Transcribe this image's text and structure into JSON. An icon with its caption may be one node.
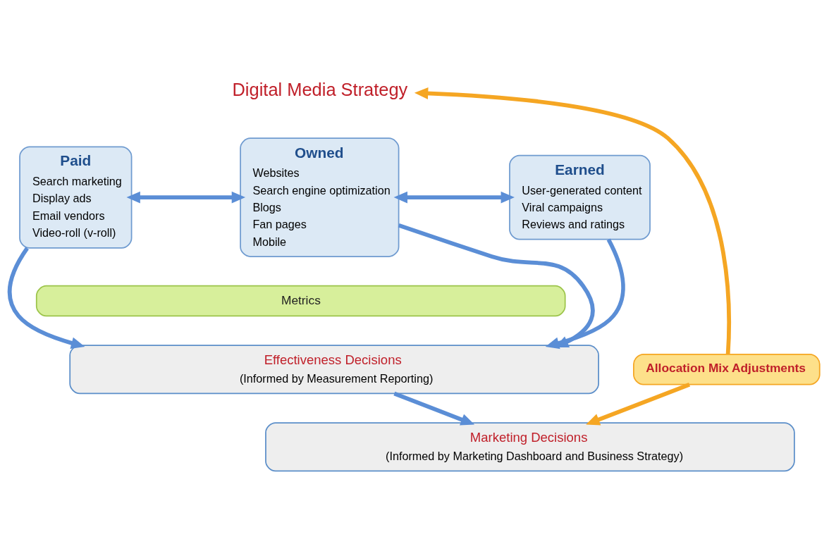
{
  "diagram": {
    "nodes": [
      {
        "text": [
          "Digital Media Strategy"
        ]
      },
      {
        "text": [
          "Paid",
          "Search marketing",
          "Display ads",
          "Email vendors",
          "Video-roll (v-roll)"
        ]
      },
      {
        "text": [
          "Owned",
          "Websites",
          "Search engine optimization",
          "Blogs",
          "Fan pages",
          "Mobile"
        ]
      },
      {
        "text": [
          "Earned",
          "User-generated content",
          "Viral campaigns",
          "Reviews and ratings"
        ]
      },
      {
        "text": [
          "Metrics"
        ]
      },
      {
        "text": [
          "Effectiveness Decisions",
          "(Informed by Measurement Reporting)"
        ]
      },
      {
        "text": [
          "Marketing Decisions",
          "(Informed by Marketing Dashboard and Business Strategy)"
        ]
      },
      {
        "text": [
          "Allocation Mix Adjustments"
        ]
      }
    ],
    "edges": [
      {
        "from": 1,
        "to": 2,
        "arrow": "both"
      },
      {
        "from": 2,
        "to": 3,
        "arrow": "both"
      },
      {
        "from": 1,
        "to": 5,
        "arrow": "to"
      },
      {
        "from": 2,
        "to": 5,
        "arrow": "to"
      },
      {
        "from": 3,
        "to": 5,
        "arrow": "to"
      },
      {
        "from": 5,
        "to": 6,
        "arrow": "to"
      },
      {
        "from": 7,
        "to": 0,
        "arrow": "to",
        "color": "#f5a623"
      },
      {
        "from": 7,
        "to": 6,
        "arrow": "to",
        "color": "#f5a623"
      }
    ]
  }
}
